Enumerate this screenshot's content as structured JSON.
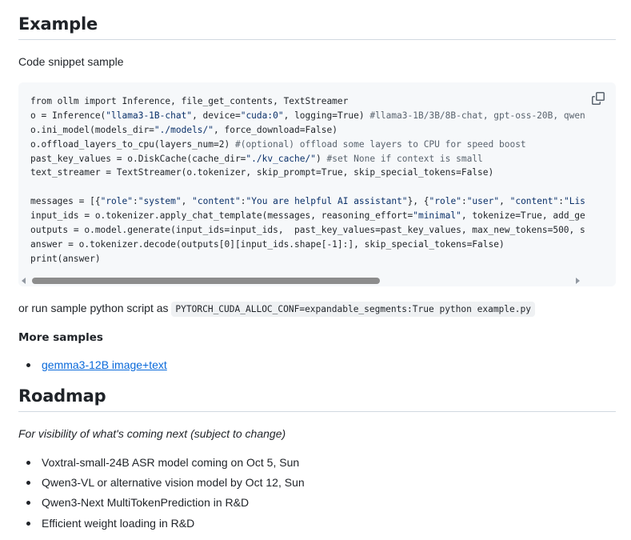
{
  "example": {
    "heading": "Example",
    "intro": "Code snippet sample",
    "code_lines": [
      [
        {
          "t": "from ollm import Inference, file_get_contents, TextStreamer",
          "k": ""
        }
      ],
      [
        {
          "t": "o = Inference(",
          "k": ""
        },
        {
          "t": "\"llama3-1B-chat\"",
          "k": "str"
        },
        {
          "t": ", device=",
          "k": ""
        },
        {
          "t": "\"cuda:0\"",
          "k": "str"
        },
        {
          "t": ", logging=True) ",
          "k": ""
        },
        {
          "t": "#llama3-1B/3B/8B-chat, gpt-oss-20B, qwen",
          "k": "com"
        }
      ],
      [
        {
          "t": "o.ini_model(models_dir=",
          "k": ""
        },
        {
          "t": "\"./models/\"",
          "k": "str"
        },
        {
          "t": ", force_download=False)",
          "k": ""
        }
      ],
      [
        {
          "t": "o.offload_layers_to_cpu(layers_num=2) ",
          "k": ""
        },
        {
          "t": "#(optional) offload some layers to CPU for speed boost",
          "k": "com"
        }
      ],
      [
        {
          "t": "past_key_values = o.DiskCache(cache_dir=",
          "k": ""
        },
        {
          "t": "\"./kv_cache/\"",
          "k": "str"
        },
        {
          "t": ") ",
          "k": ""
        },
        {
          "t": "#set None if context is small",
          "k": "com"
        }
      ],
      [
        {
          "t": "text_streamer = TextStreamer(o.tokenizer, skip_prompt=True, skip_special_tokens=False)",
          "k": ""
        }
      ],
      [],
      [
        {
          "t": "messages = [{",
          "k": ""
        },
        {
          "t": "\"role\"",
          "k": "str"
        },
        {
          "t": ":",
          "k": ""
        },
        {
          "t": "\"system\"",
          "k": "str"
        },
        {
          "t": ", ",
          "k": ""
        },
        {
          "t": "\"content\"",
          "k": "str"
        },
        {
          "t": ":",
          "k": ""
        },
        {
          "t": "\"You are helpful AI assistant\"",
          "k": "str"
        },
        {
          "t": "}, {",
          "k": ""
        },
        {
          "t": "\"role\"",
          "k": "str"
        },
        {
          "t": ":",
          "k": ""
        },
        {
          "t": "\"user\"",
          "k": "str"
        },
        {
          "t": ", ",
          "k": ""
        },
        {
          "t": "\"content\"",
          "k": "str"
        },
        {
          "t": ":",
          "k": ""
        },
        {
          "t": "\"Lis",
          "k": "str"
        }
      ],
      [
        {
          "t": "input_ids = o.tokenizer.apply_chat_template(messages, reasoning_effort=",
          "k": ""
        },
        {
          "t": "\"minimal\"",
          "k": "str"
        },
        {
          "t": ", tokenize=True, add_ge",
          "k": ""
        }
      ],
      [
        {
          "t": "outputs = o.model.generate(input_ids=input_ids,  past_key_values=past_key_values, max_new_tokens=500, s",
          "k": ""
        }
      ],
      [
        {
          "t": "answer = o.tokenizer.decode(outputs[0][input_ids.shape[-1]:], skip_special_tokens=False)",
          "k": ""
        }
      ],
      [
        {
          "t": "print(answer)",
          "k": ""
        }
      ]
    ],
    "run_prefix": "or run sample python script as ",
    "run_command": "PYTORCH_CUDA_ALLOC_CONF=expandable_segments:True python example.py",
    "more_samples_heading": "More samples",
    "samples": [
      "gemma3-12B image+text"
    ]
  },
  "roadmap": {
    "heading": "Roadmap",
    "subtitle": "For visibility of what's coming next (subject to change)",
    "items": [
      "Voxtral-small-24B ASR model coming on Oct 5, Sun",
      "Qwen3-VL or alternative vision model by Oct 12, Sun",
      "Qwen3-Next MultiTokenPrediction in R&D",
      "Efficient weight loading in R&D"
    ]
  },
  "colors": {
    "text": "#1f2328",
    "link": "#0969da",
    "code_bg": "#f6f8fa",
    "string": "#0a3069",
    "comment": "#59636e"
  },
  "icons": {
    "copy": "copy-icon"
  }
}
